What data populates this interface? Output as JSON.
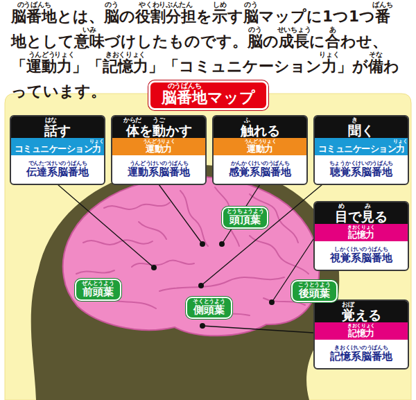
{
  "diagram": {
    "nodes": [
      {
        "text": [
          "脳番地マップ"
        ]
      },
      {
        "text": [
          "話す",
          "コミュニケーション力",
          "伝達系脳番地"
        ]
      },
      {
        "text": [
          "体を動かす",
          "運動力",
          "運動系脳番地"
        ]
      },
      {
        "text": [
          "触れる",
          "運動力",
          "感覚系脳番地"
        ]
      },
      {
        "text": [
          "聞く",
          "コミュニケーション力",
          "聴覚系脳番地"
        ]
      },
      {
        "text": [
          "目で見る",
          "記憶力",
          "視覚系脳番地"
        ]
      },
      {
        "text": [
          "覚える",
          "記憶力",
          "記憶系脳番地"
        ]
      },
      {
        "text": [
          "頭頂葉"
        ]
      },
      {
        "text": [
          "前頭葉"
        ]
      },
      {
        "text": [
          "後頭葉"
        ]
      },
      {
        "text": [
          "側頭葉"
        ]
      }
    ],
    "labels": [
      "脳番地とは、脳の役割分担を示す脳マップに1つ1つ番地として意味づけしたものです。脳の成長に合わせ、「運動力」「記憶力」「コミュニケーション力」が備わっています。",
      "のうばんち",
      "のう",
      "やくわりぶんたん",
      "しめ",
      "のう",
      "ばんち",
      "いみ",
      "のう",
      "せいちょう",
      "あ",
      "うんどう",
      "りょく",
      "きおくりょく",
      "りょく",
      "そな",
      "のうばんち",
      "はな",
      "りょく",
      "でんたつけいのうばんち",
      "からだ",
      "うご",
      "うんどうりょく",
      "うんどうけいのうばんち",
      "ふ",
      "うんどうりょく",
      "かんかくけいのうばんち",
      "き",
      "りょく",
      "ちょうかくけいのうばんち",
      "め",
      "み",
      "きおくりょく",
      "しかくけいのうばんち",
      "おぼ",
      "きおくりょく",
      "きおくけいのうばんち",
      "とうちょうよう",
      "ぜんとうよう",
      "こうとうよう",
      "そくとうよう"
    ]
  }
}
